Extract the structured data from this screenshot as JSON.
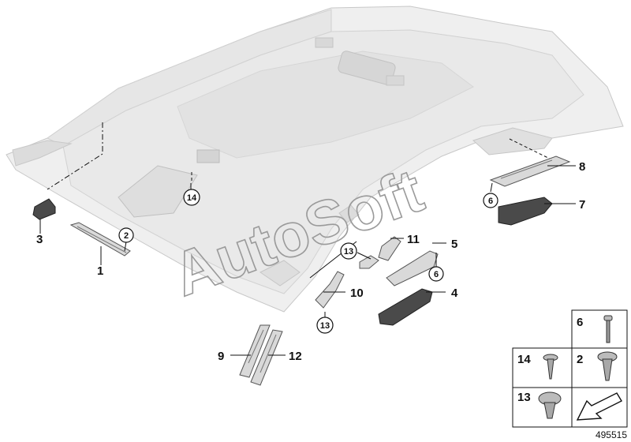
{
  "watermark": "AutoSoft",
  "document_number": "495515",
  "callouts": [
    "1",
    "3",
    "4",
    "5",
    "7",
    "8",
    "9",
    "10",
    "11",
    "12"
  ],
  "circled_callouts": [
    "2",
    "6",
    "13",
    "14"
  ],
  "legend_cells": [
    "6",
    "14",
    "2",
    "13"
  ]
}
